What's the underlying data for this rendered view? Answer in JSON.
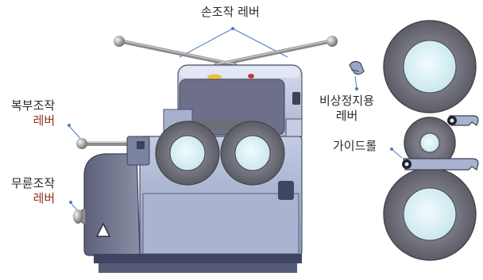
{
  "labels": {
    "hand_lever": "손조작 레버",
    "emergency_stop_line1": "비상정지용",
    "emergency_stop_line2": "레버",
    "return_lever_line1": "복부조작",
    "return_lever_line2": "레버",
    "free_lever_line1": "무륜조작",
    "free_lever_line2": "레버",
    "guide_roll": "가이드롤"
  },
  "colors": {
    "body_light": "#b9c3de",
    "body_mid": "#8e97b5",
    "body_dark": "#4b5270",
    "roll_face": "#6e6e78",
    "roll_center": "#d9f0f4",
    "leader_line": "#4f7bbf",
    "accent_red": "#c23a2e",
    "accent_yellow": "#e8c43a"
  }
}
